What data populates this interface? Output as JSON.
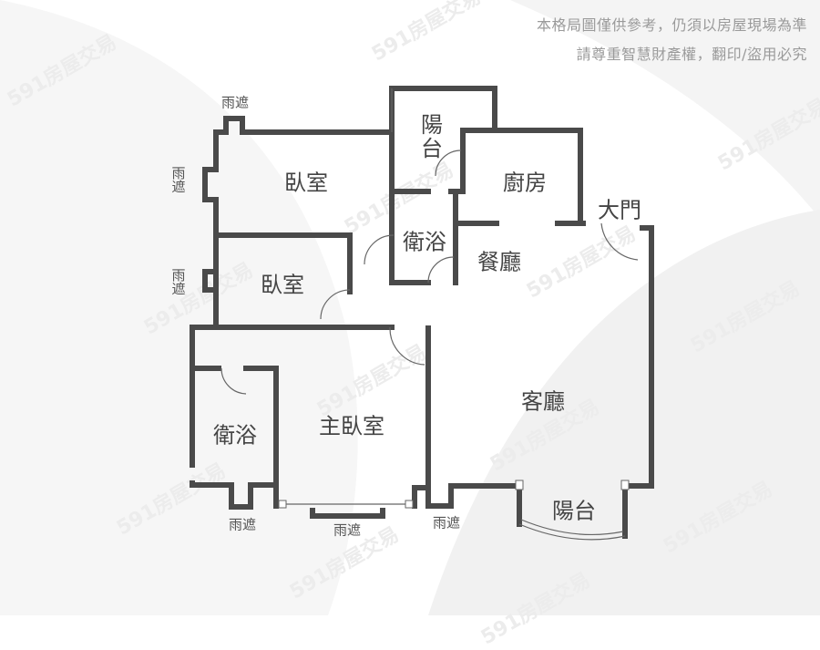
{
  "notice": {
    "line1": "本格局圖僅供參考，仍須以房屋現場為準",
    "line2": "請尊重智慧財產權，翻印/盜用必究"
  },
  "watermark": "591房屋交易",
  "rooms": {
    "bedroom_top": "臥室",
    "bedroom_middle": "臥室",
    "balcony_top": "陽台",
    "kitchen": "廚房",
    "bathroom_top": "衛浴",
    "dining": "餐廳",
    "main_door": "大門",
    "living": "客廳",
    "master_bedroom": "主臥室",
    "bathroom_master": "衛浴",
    "balcony_bottom": "陽台"
  },
  "canopies": {
    "top": "雨遮",
    "left_upper": "雨遮",
    "left_middle": "雨遮",
    "bottom_left": "雨遮",
    "bottom_center": "雨遮",
    "bottom_right": "雨遮"
  },
  "colors": {
    "wall": "#4a4a4a",
    "text": "#444444",
    "notice": "#9a9a9a",
    "bg_shape": "#f3f3f3"
  }
}
